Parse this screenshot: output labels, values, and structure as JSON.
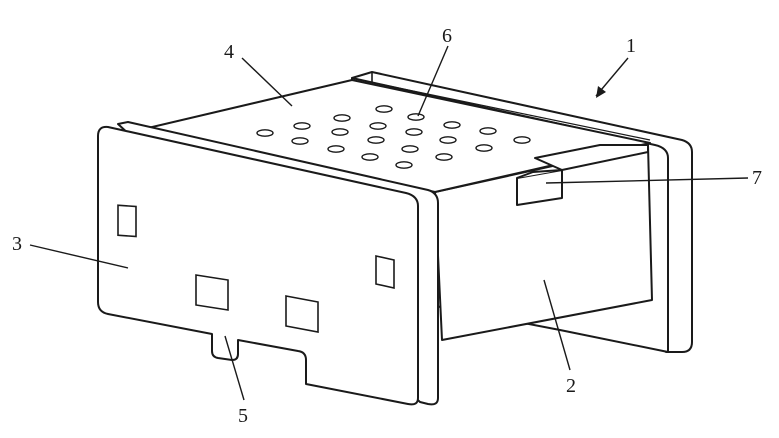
{
  "figure": {
    "labels": [
      {
        "id": "1",
        "text": "1"
      },
      {
        "id": "2",
        "text": "2"
      },
      {
        "id": "3",
        "text": "3"
      },
      {
        "id": "4",
        "text": "4"
      },
      {
        "id": "5",
        "text": "5"
      },
      {
        "id": "6",
        "text": "6"
      },
      {
        "id": "7",
        "text": "7"
      }
    ],
    "colors": {
      "ink": "#1a1a1a",
      "paper": "#ffffff"
    }
  }
}
